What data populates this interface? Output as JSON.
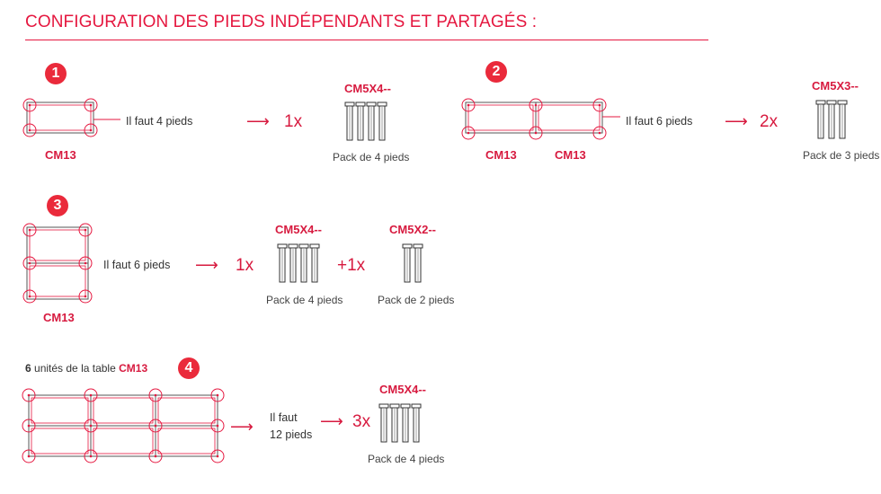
{
  "title": "CONFIGURATION DES PIEDS INDÉPENDANTS ET PARTAGÉS :",
  "colors": {
    "accent": "#e5173f",
    "badge": "#ea2a3b",
    "leg": "#555555"
  },
  "sections": [
    {
      "badge": "1",
      "table_labels": [
        "CM13"
      ],
      "need_text": "Il faut 4 pieds",
      "items": [
        {
          "multiplier": "1x",
          "code": "CM5X4--",
          "pack_label": "Pack de 4 pieds",
          "legs": 4
        }
      ]
    },
    {
      "badge": "2",
      "table_labels": [
        "CM13",
        "CM13"
      ],
      "need_text": "Il faut 6 pieds",
      "items": [
        {
          "multiplier": "2x",
          "code": "CM5X3--",
          "pack_label": "Pack de 3 pieds",
          "legs": 3
        }
      ]
    },
    {
      "badge": "3",
      "table_labels": [
        "CM13"
      ],
      "need_text": "Il faut 6 pieds",
      "items": [
        {
          "multiplier": "1x",
          "code": "CM5X4--",
          "pack_label": "Pack de 4 pieds",
          "legs": 4
        },
        {
          "multiplier": "+1x",
          "code": "CM5X2--",
          "pack_label": "Pack de 2 pieds",
          "legs": 2
        }
      ]
    },
    {
      "badge": "4",
      "units_count": "6",
      "units_text": "unités de la table",
      "units_table": "CM13",
      "need_line1": "Il faut",
      "need_line2": "12 pieds",
      "items": [
        {
          "multiplier": "3x",
          "code": "CM5X4--",
          "pack_label": "Pack de 4 pieds",
          "legs": 4
        }
      ]
    }
  ]
}
